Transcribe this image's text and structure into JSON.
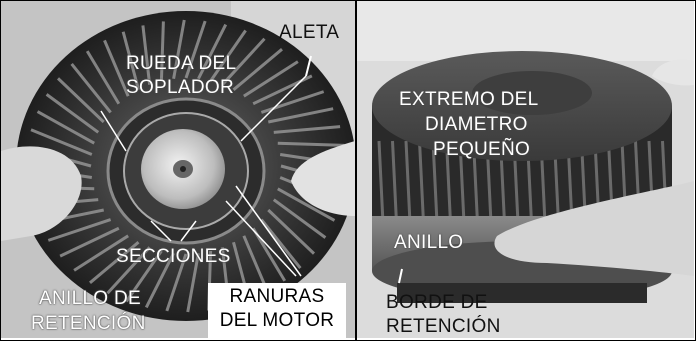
{
  "left_labels": {
    "aleta": "ALETA",
    "rueda_line1": "RUEDA DEL",
    "rueda_line2": "SOPLADOR",
    "secciones": "SECCIONES",
    "anillo_ret_line1": "ANILLO DE",
    "anillo_ret_line2": "RETENCIÓN",
    "ranuras_line1": "RANURAS",
    "ranuras_line2": "DEL MOTOR"
  },
  "right_labels": {
    "extremo_line1": "EXTREMO DEL",
    "extremo_line2": "DIAMETRO",
    "extremo_line3": "PEQUEÑO",
    "anillo": "ANILLO",
    "borde_line1": "BORDE DE",
    "borde_line2": "RETENCIÓN"
  }
}
